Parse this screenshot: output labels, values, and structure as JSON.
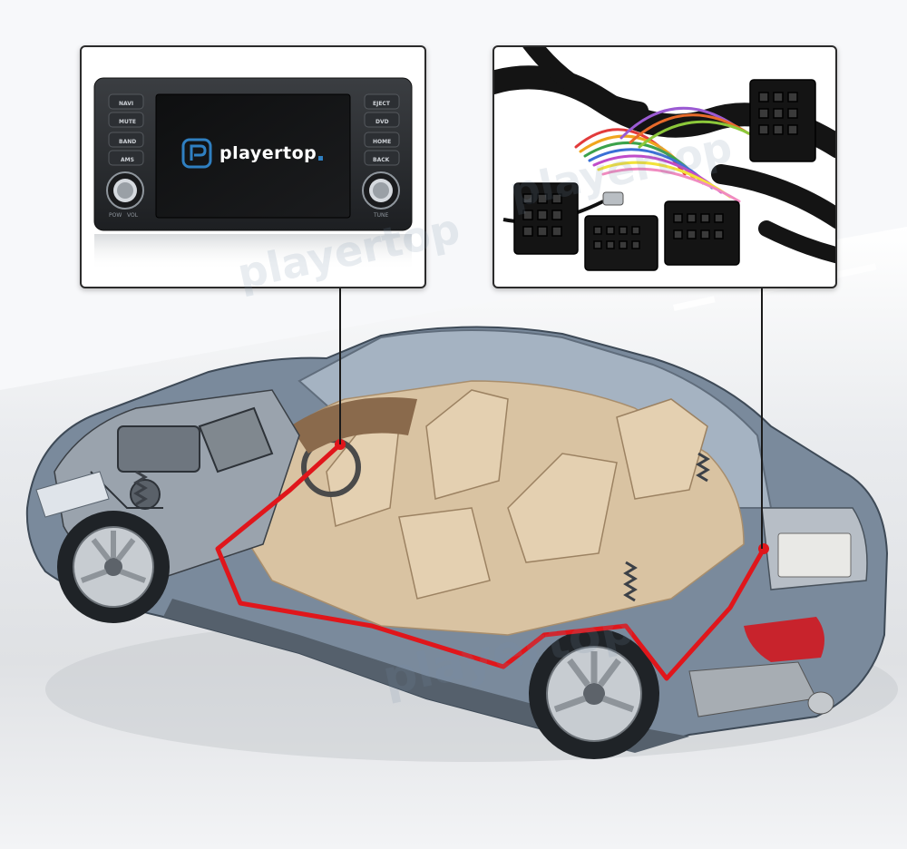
{
  "brand": {
    "name": "playertop",
    "accent_color": "#2f7fc1",
    "watermark_text": "playertop"
  },
  "stereo": {
    "button_labels_left": [
      "NAVI",
      "MUTE",
      "BAND",
      "AMS"
    ],
    "button_labels_right": [
      "EJECT",
      "DVD",
      "HOME",
      "BACK"
    ],
    "knob_left_label": "POW   VOL",
    "knob_right_label": "TUNE"
  },
  "wiring": {
    "route_color": "#e0161b",
    "connector_dot_color": "#1a1a1a"
  },
  "colors": {
    "car_body": "#6d7d8f",
    "interior": "#d9c3a2",
    "panel_border": "#2b2b2b",
    "background": "#f7f8fa",
    "road": "#d5d7da"
  }
}
